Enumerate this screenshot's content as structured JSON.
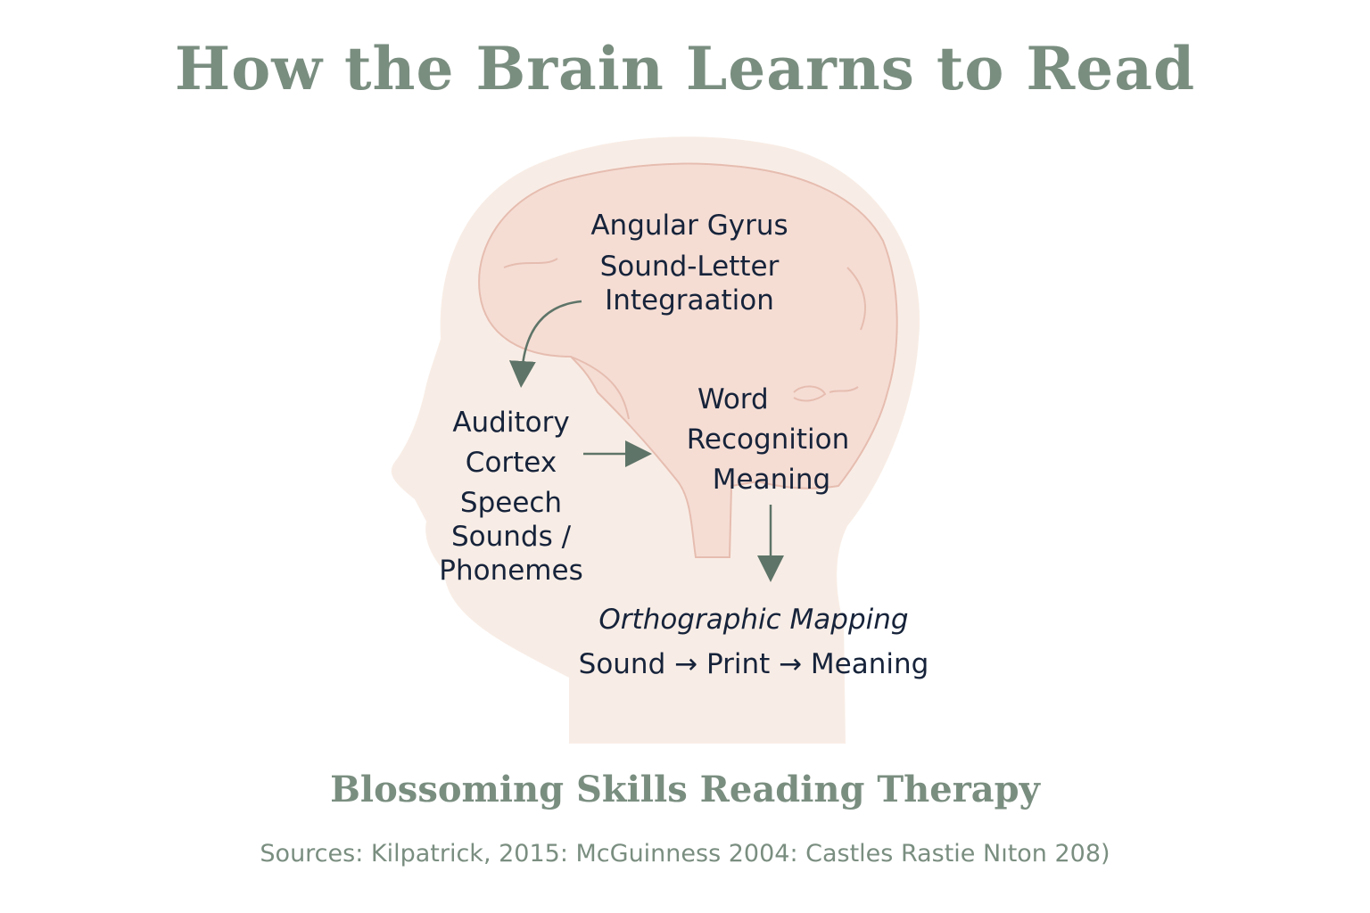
{
  "title": "How the Brain Learns to Read",
  "colors": {
    "accent": "#7a8e80",
    "head_fill": "#f8ede6",
    "brain_fill": "#f5ddd4",
    "brain_outline": "#e6bdb0",
    "label_text": "#16233a",
    "arrow": "#5e7468"
  },
  "regions": {
    "angular_gyrus": {
      "name": "Angular Gyrus",
      "function_lines": [
        "Sound-Letter",
        "Integraation"
      ]
    },
    "auditory_cortex": {
      "name_lines": [
        "Auditory",
        "Cortex"
      ],
      "function_lines": [
        "Speech",
        "Sounds /",
        "Phonemes"
      ]
    },
    "word_recognition": {
      "lines": [
        "Word",
        "Recognition",
        "Meaning"
      ]
    },
    "orthographic_mapping": {
      "name": "Orthographic Mapping",
      "sequence": "Sound → Print → Meaning"
    }
  },
  "footer": {
    "brand": "Blossoming Skills Reading Therapy",
    "sources": "Sources: Kilpatrick, 2015: McGuinness 2004: Castles Rastie Nıton 208)"
  }
}
